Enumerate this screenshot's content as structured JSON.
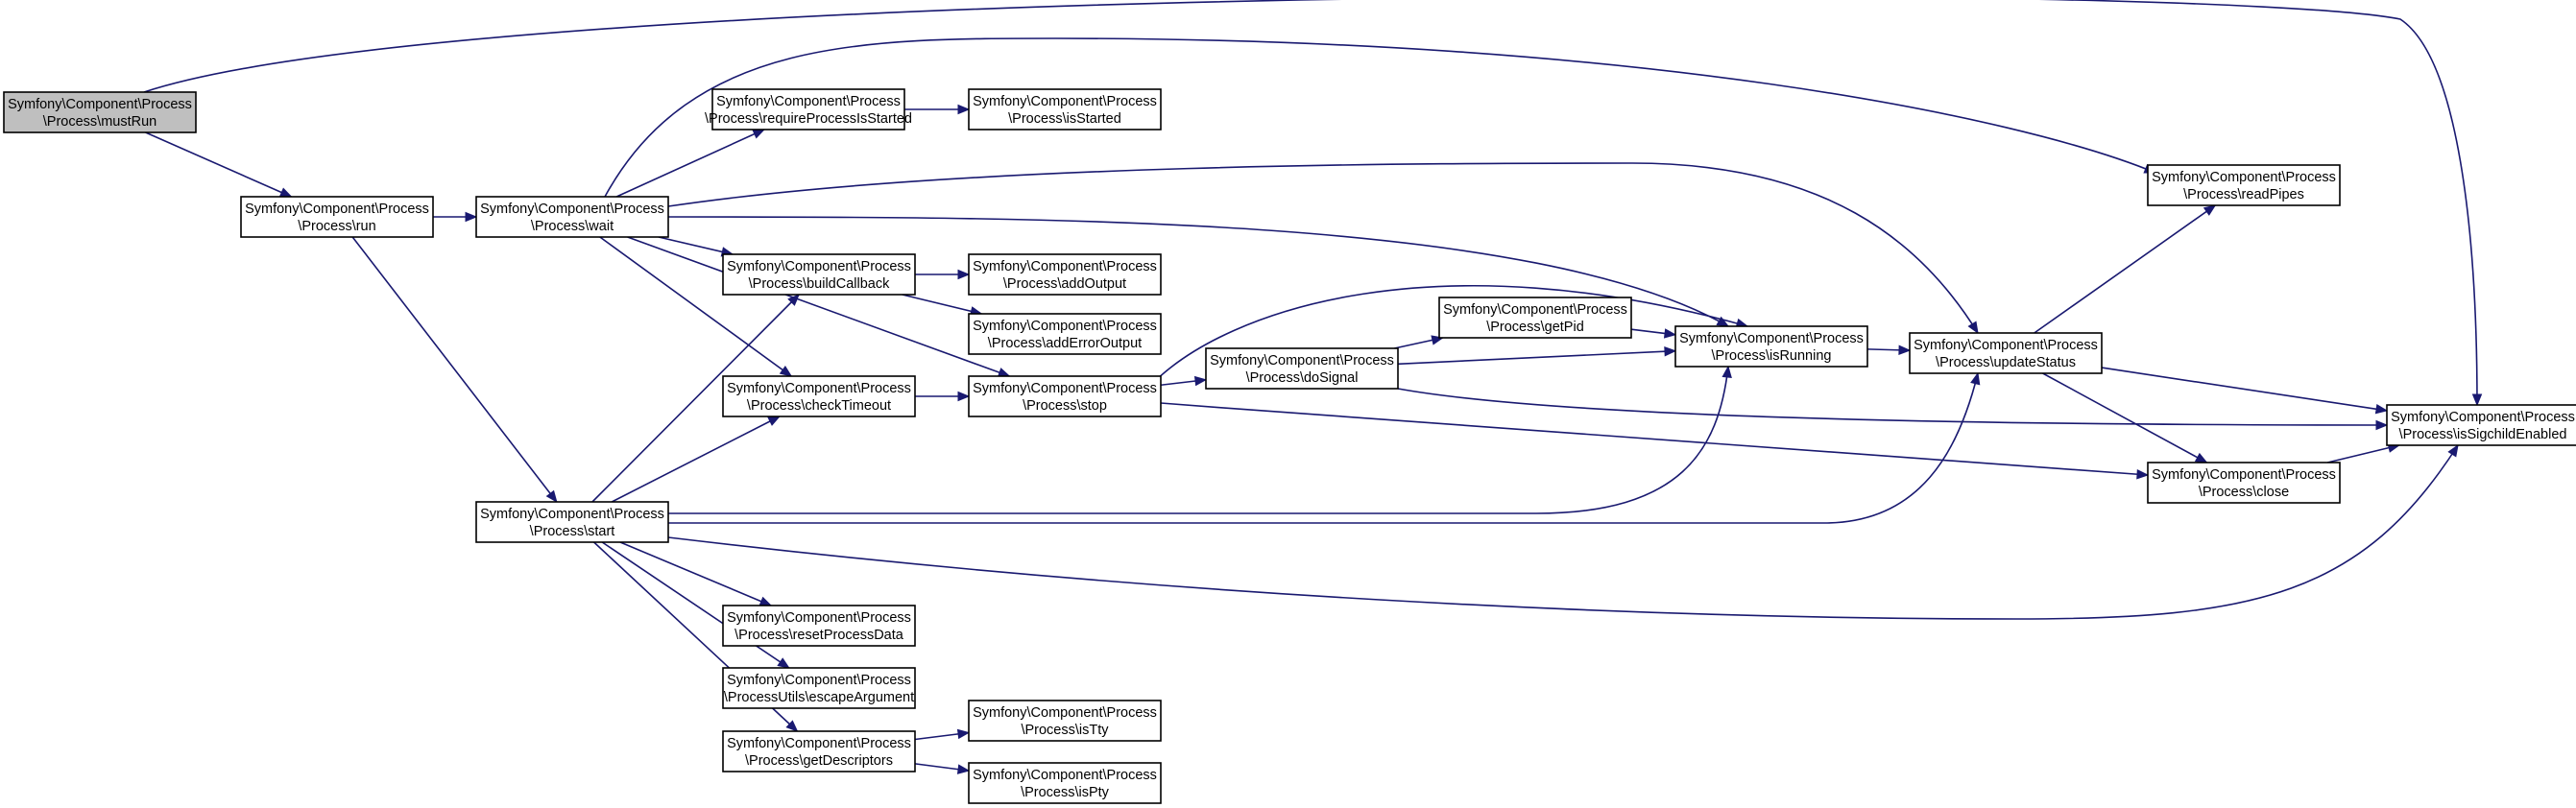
{
  "diagram": {
    "nodes": [
      {
        "id": "mustRun",
        "line1": "Symfony\\Component\\Process",
        "line2": "\\Process\\mustRun",
        "root": true
      },
      {
        "id": "run",
        "line1": "Symfony\\Component\\Process",
        "line2": "\\Process\\run"
      },
      {
        "id": "wait",
        "line1": "Symfony\\Component\\Process",
        "line2": "\\Process\\wait"
      },
      {
        "id": "start",
        "line1": "Symfony\\Component\\Process",
        "line2": "\\Process\\start"
      },
      {
        "id": "requireProcessIsStarted",
        "line1": "Symfony\\Component\\Process",
        "line2": "\\Process\\requireProcessIsStarted"
      },
      {
        "id": "buildCallback",
        "line1": "Symfony\\Component\\Process",
        "line2": "\\Process\\buildCallback"
      },
      {
        "id": "checkTimeout",
        "line1": "Symfony\\Component\\Process",
        "line2": "\\Process\\checkTimeout"
      },
      {
        "id": "resetProcessData",
        "line1": "Symfony\\Component\\Process",
        "line2": "\\Process\\resetProcessData"
      },
      {
        "id": "escapeArgument",
        "line1": "Symfony\\Component\\Process",
        "line2": "\\ProcessUtils\\escapeArgument"
      },
      {
        "id": "getDescriptors",
        "line1": "Symfony\\Component\\Process",
        "line2": "\\Process\\getDescriptors"
      },
      {
        "id": "isStarted",
        "line1": "Symfony\\Component\\Process",
        "line2": "\\Process\\isStarted"
      },
      {
        "id": "addOutput",
        "line1": "Symfony\\Component\\Process",
        "line2": "\\Process\\addOutput"
      },
      {
        "id": "addErrorOutput",
        "line1": "Symfony\\Component\\Process",
        "line2": "\\Process\\addErrorOutput"
      },
      {
        "id": "stop",
        "line1": "Symfony\\Component\\Process",
        "line2": "\\Process\\stop"
      },
      {
        "id": "isTty",
        "line1": "Symfony\\Component\\Process",
        "line2": "\\Process\\isTty"
      },
      {
        "id": "isPty",
        "line1": "Symfony\\Component\\Process",
        "line2": "\\Process\\isPty"
      },
      {
        "id": "doSignal",
        "line1": "Symfony\\Component\\Process",
        "line2": "\\Process\\doSignal"
      },
      {
        "id": "getPid",
        "line1": "Symfony\\Component\\Process",
        "line2": "\\Process\\getPid"
      },
      {
        "id": "isRunning",
        "line1": "Symfony\\Component\\Process",
        "line2": "\\Process\\isRunning"
      },
      {
        "id": "updateStatus",
        "line1": "Symfony\\Component\\Process",
        "line2": "\\Process\\updateStatus"
      },
      {
        "id": "readPipes",
        "line1": "Symfony\\Component\\Process",
        "line2": "\\Process\\readPipes"
      },
      {
        "id": "close",
        "line1": "Symfony\\Component\\Process",
        "line2": "\\Process\\close"
      },
      {
        "id": "isSigchildEnabled",
        "line1": "Symfony\\Component\\Process",
        "line2": "\\Process\\isSigchildEnabled"
      }
    ],
    "edges": [
      {
        "from": "mustRun",
        "to": "run"
      },
      {
        "from": "mustRun",
        "to": "isSigchildEnabled"
      },
      {
        "from": "run",
        "to": "wait"
      },
      {
        "from": "run",
        "to": "start"
      },
      {
        "from": "wait",
        "to": "requireProcessIsStarted"
      },
      {
        "from": "wait",
        "to": "buildCallback"
      },
      {
        "from": "wait",
        "to": "checkTimeout"
      },
      {
        "from": "wait",
        "to": "stop"
      },
      {
        "from": "wait",
        "to": "isRunning"
      },
      {
        "from": "wait",
        "to": "updateStatus"
      },
      {
        "from": "wait",
        "to": "readPipes"
      },
      {
        "from": "start",
        "to": "buildCallback"
      },
      {
        "from": "start",
        "to": "checkTimeout"
      },
      {
        "from": "start",
        "to": "resetProcessData"
      },
      {
        "from": "start",
        "to": "escapeArgument"
      },
      {
        "from": "start",
        "to": "getDescriptors"
      },
      {
        "from": "start",
        "to": "isRunning"
      },
      {
        "from": "start",
        "to": "updateStatus"
      },
      {
        "from": "start",
        "to": "isSigchildEnabled"
      },
      {
        "from": "requireProcessIsStarted",
        "to": "isStarted"
      },
      {
        "from": "buildCallback",
        "to": "addOutput"
      },
      {
        "from": "buildCallback",
        "to": "addErrorOutput"
      },
      {
        "from": "checkTimeout",
        "to": "stop"
      },
      {
        "from": "getDescriptors",
        "to": "isTty"
      },
      {
        "from": "getDescriptors",
        "to": "isPty"
      },
      {
        "from": "stop",
        "to": "doSignal"
      },
      {
        "from": "stop",
        "to": "isRunning"
      },
      {
        "from": "stop",
        "to": "close"
      },
      {
        "from": "doSignal",
        "to": "getPid"
      },
      {
        "from": "doSignal",
        "to": "isRunning"
      },
      {
        "from": "doSignal",
        "to": "isSigchildEnabled"
      },
      {
        "from": "getPid",
        "to": "isRunning"
      },
      {
        "from": "isRunning",
        "to": "updateStatus"
      },
      {
        "from": "updateStatus",
        "to": "readPipes"
      },
      {
        "from": "updateStatus",
        "to": "close"
      },
      {
        "from": "updateStatus",
        "to": "isSigchildEnabled"
      },
      {
        "from": "close",
        "to": "isSigchildEnabled"
      }
    ]
  }
}
